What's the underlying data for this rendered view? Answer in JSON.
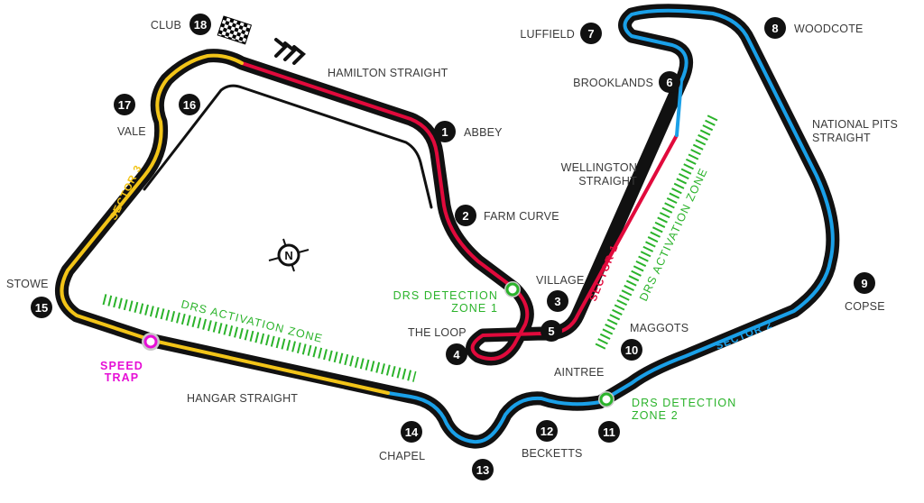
{
  "corners": [
    {
      "num": "1",
      "name": "ABBEY"
    },
    {
      "num": "2",
      "name": "FARM CURVE"
    },
    {
      "num": "3",
      "name": "VILLAGE"
    },
    {
      "num": "4",
      "name": "THE LOOP"
    },
    {
      "num": "5",
      "name": ""
    },
    {
      "num": "6",
      "name": "BROOKLANDS"
    },
    {
      "num": "7",
      "name": "LUFFIELD"
    },
    {
      "num": "8",
      "name": "WOODCOTE"
    },
    {
      "num": "9",
      "name": "COPSE"
    },
    {
      "num": "10",
      "name": "MAGGOTS"
    },
    {
      "num": "11",
      "name": ""
    },
    {
      "num": "12",
      "name": "BECKETTS"
    },
    {
      "num": "13",
      "name": ""
    },
    {
      "num": "14",
      "name": "CHAPEL"
    },
    {
      "num": "15",
      "name": "STOWE"
    },
    {
      "num": "16",
      "name": ""
    },
    {
      "num": "17",
      "name": "VALE"
    },
    {
      "num": "18",
      "name": "CLUB"
    }
  ],
  "straights": {
    "hamilton": "HAMILTON STRAIGHT",
    "wellington_1": "WELLINGTON",
    "wellington_2": "STRAIGHT",
    "national_pits_1": "NATIONAL PITS",
    "national_pits_2": "STRAIGHT",
    "hangar": "HANGAR STRAIGHT",
    "aintree": "AINTREE"
  },
  "sectors": {
    "s1": "SECTOR 1",
    "s2": "SECTOR 2",
    "s3": "SECTOR 3"
  },
  "drs": {
    "detection_1_line1": "DRS DETECTION",
    "detection_1_line2": "ZONE 1",
    "detection_2_line1": "DRS DETECTION",
    "detection_2_line2": "ZONE 2",
    "activation_1": "DRS ACTIVATION ZONE",
    "activation_2": "DRS ACTIVATION ZONE"
  },
  "speed_trap": {
    "line1": "SPEED",
    "line2": "TRAP"
  },
  "compass": {
    "letter": "N"
  },
  "colors": {
    "sector_1": "#e10a3c",
    "sector_2": "#1aa0e8",
    "sector_3": "#f2c418",
    "track": "#111111",
    "drs": "#2bb32b",
    "speed_trap": "#e60fd6"
  }
}
